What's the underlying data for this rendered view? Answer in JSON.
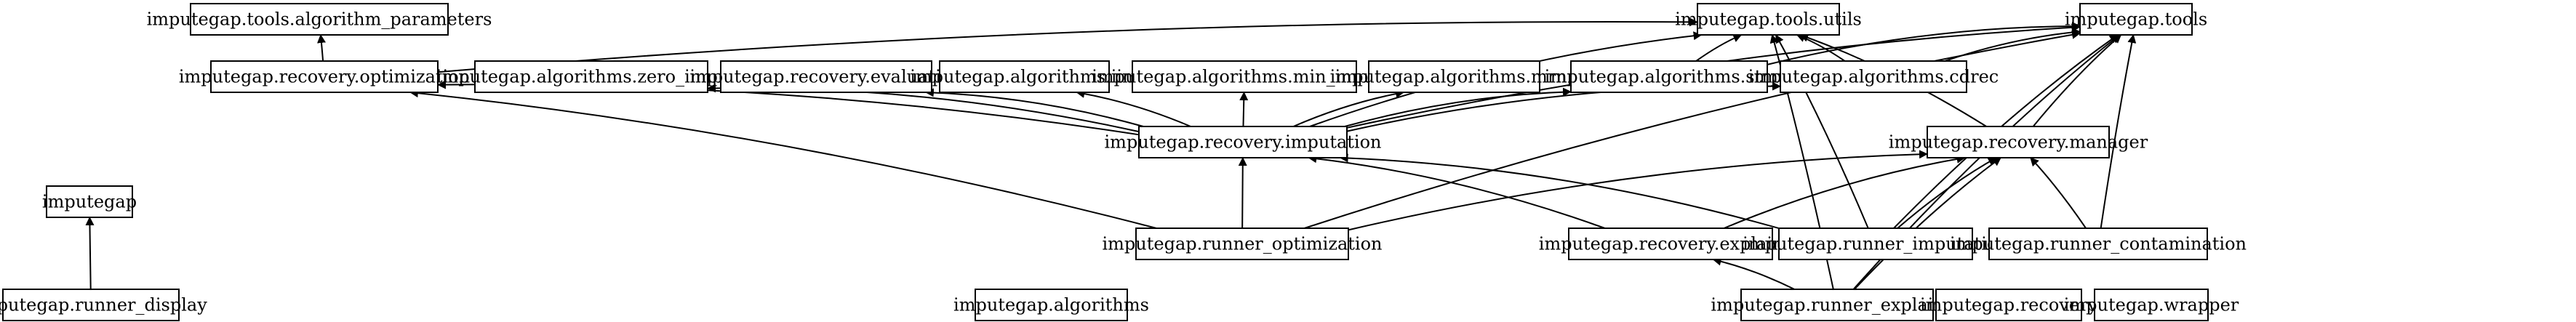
{
  "diagram": {
    "type": "dependency-graph",
    "nodes": [
      {
        "id": "algorithm_parameters",
        "label": "imputegap.tools.algorithm_parameters"
      },
      {
        "id": "tools_utils",
        "label": "imputegap.tools.utils"
      },
      {
        "id": "tools",
        "label": "imputegap.tools"
      },
      {
        "id": "recovery_optimization",
        "label": "imputegap.recovery.optimization"
      },
      {
        "id": "zero_impute",
        "label": "imputegap.algorithms.zero_impute"
      },
      {
        "id": "recovery_evaluation",
        "label": "imputegap.recovery.evaluation"
      },
      {
        "id": "iim",
        "label": "imputegap.algorithms.iim"
      },
      {
        "id": "min_impute",
        "label": "imputegap.algorithms.min_impute"
      },
      {
        "id": "mrnn",
        "label": "imputegap.algorithms.mrnn"
      },
      {
        "id": "stmvl",
        "label": "imputegap.algorithms.stmvl"
      },
      {
        "id": "cdrec",
        "label": "imputegap.algorithms.cdrec"
      },
      {
        "id": "recovery_imputation",
        "label": "imputegap.recovery.imputation"
      },
      {
        "id": "recovery_manager",
        "label": "imputegap.recovery.manager"
      },
      {
        "id": "imputegap",
        "label": "imputegap"
      },
      {
        "id": "runner_optimization",
        "label": "imputegap.runner_optimization"
      },
      {
        "id": "recovery_explainer",
        "label": "imputegap.recovery.explainer"
      },
      {
        "id": "runner_imputation",
        "label": "imputegap.runner_imputation"
      },
      {
        "id": "runner_contamination",
        "label": "imputegap.runner_contamination"
      },
      {
        "id": "runner_display",
        "label": "imputegap.runner_display"
      },
      {
        "id": "algorithms",
        "label": "imputegap.algorithms"
      },
      {
        "id": "runner_explainer",
        "label": "imputegap.runner_explainer"
      },
      {
        "id": "recovery",
        "label": "imputegap.recovery"
      },
      {
        "id": "wrapper",
        "label": "imputegap.wrapper"
      }
    ],
    "edges": [
      {
        "from": "recovery_optimization",
        "to": "algorithm_parameters"
      },
      {
        "from": "recovery_optimization",
        "to": "tools_utils"
      },
      {
        "from": "stmvl",
        "to": "tools_utils"
      },
      {
        "from": "stmvl",
        "to": "tools"
      },
      {
        "from": "cdrec",
        "to": "tools_utils"
      },
      {
        "from": "cdrec",
        "to": "tools"
      },
      {
        "from": "recovery_imputation",
        "to": "zero_impute"
      },
      {
        "from": "recovery_imputation",
        "to": "recovery_evaluation"
      },
      {
        "from": "recovery_imputation",
        "to": "iim"
      },
      {
        "from": "recovery_imputation",
        "to": "min_impute"
      },
      {
        "from": "recovery_imputation",
        "to": "mrnn"
      },
      {
        "from": "recovery_imputation",
        "to": "stmvl"
      },
      {
        "from": "recovery_imputation",
        "to": "cdrec"
      },
      {
        "from": "recovery_imputation",
        "to": "recovery_optimization"
      },
      {
        "from": "recovery_imputation",
        "to": "tools_utils"
      },
      {
        "from": "recovery_imputation",
        "to": "tools"
      },
      {
        "from": "recovery_manager",
        "to": "tools_utils"
      },
      {
        "from": "recovery_manager",
        "to": "tools"
      },
      {
        "from": "runner_optimization",
        "to": "recovery_imputation"
      },
      {
        "from": "runner_optimization",
        "to": "recovery_optimization"
      },
      {
        "from": "runner_optimization",
        "to": "recovery_manager"
      },
      {
        "from": "runner_optimization",
        "to": "tools"
      },
      {
        "from": "recovery_explainer",
        "to": "recovery_imputation"
      },
      {
        "from": "recovery_explainer",
        "to": "recovery_manager"
      },
      {
        "from": "runner_imputation",
        "to": "recovery_imputation"
      },
      {
        "from": "runner_imputation",
        "to": "recovery_manager"
      },
      {
        "from": "runner_imputation",
        "to": "tools_utils"
      },
      {
        "from": "runner_imputation",
        "to": "tools"
      },
      {
        "from": "runner_contamination",
        "to": "recovery_manager"
      },
      {
        "from": "runner_contamination",
        "to": "tools"
      },
      {
        "from": "runner_display",
        "to": "imputegap"
      },
      {
        "from": "runner_explainer",
        "to": "recovery_explainer"
      },
      {
        "from": "runner_explainer",
        "to": "recovery_manager"
      },
      {
        "from": "runner_explainer",
        "to": "tools"
      },
      {
        "from": "runner_explainer",
        "to": "tools_utils"
      }
    ]
  }
}
